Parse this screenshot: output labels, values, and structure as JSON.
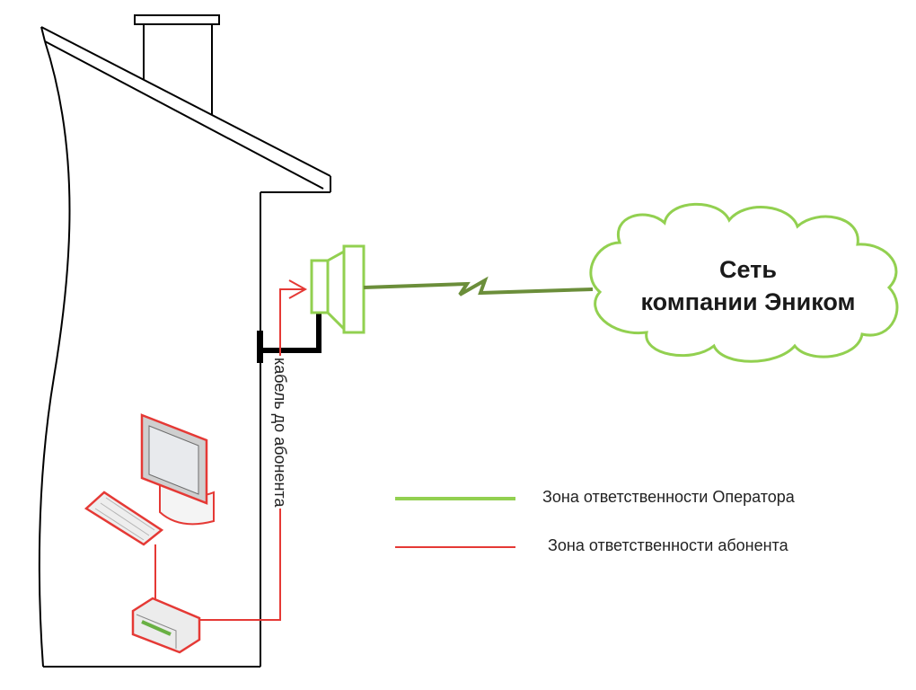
{
  "cloud": {
    "line1": "Сеть",
    "line2": "компании Эником"
  },
  "cable": {
    "label": "кабель до абонента"
  },
  "legend": {
    "items": [
      {
        "label": "Зона ответственности Оператора",
        "color": "#92d050"
      },
      {
        "label": "Зона ответственности абонента",
        "color": "#e53935"
      }
    ]
  },
  "colors": {
    "operator": "#92d050",
    "subscriber": "#e53935",
    "radio_link": "#6b8e3a",
    "outline": "#000000"
  }
}
